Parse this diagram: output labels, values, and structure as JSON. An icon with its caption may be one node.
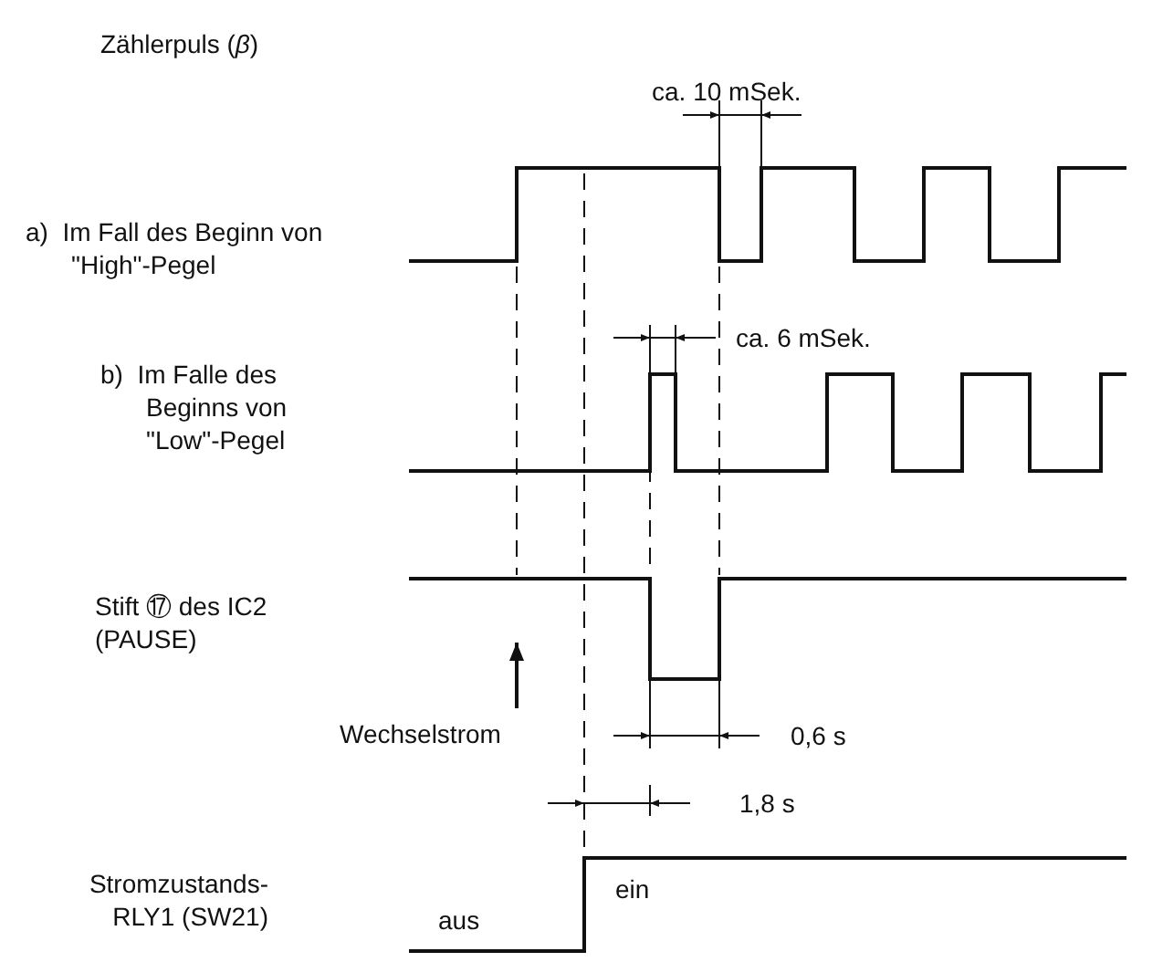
{
  "diagram": {
    "labels": [
      "Zählerpuls (*β*)",
      "ca. 10 mSek.",
      "a)  Im Fall des Beginn von \"High\"-Pegel",
      "ca. 6 mSek.",
      "b)  Im Falle des Beginns von \"Low\"-Pegel",
      "Stift ⑰ des IC2 (PAUSE)",
      "Wechselstrom",
      "0,6 s",
      "1,8 s",
      "Stromzustands- RLY1 (SW21)",
      "aus",
      "ein"
    ]
  }
}
